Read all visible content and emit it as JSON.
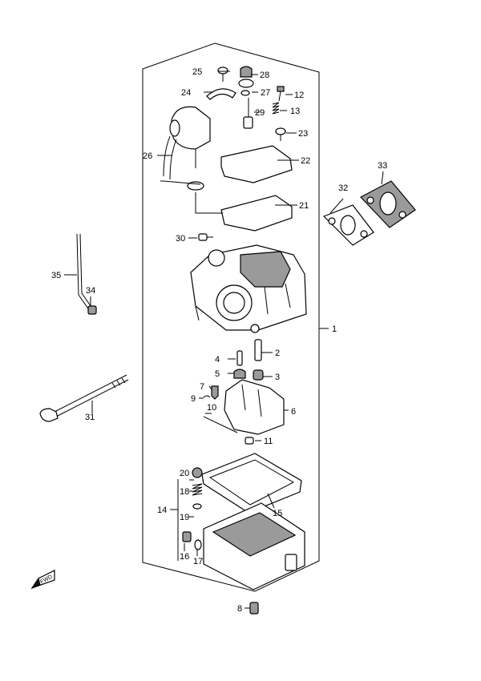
{
  "diagram": {
    "callouts": [
      "1",
      "2",
      "3",
      "4",
      "5",
      "6",
      "7",
      "8",
      "9",
      "10",
      "11",
      "12",
      "13",
      "14",
      "15",
      "16",
      "17",
      "18",
      "19",
      "20",
      "21",
      "22",
      "23",
      "24",
      "25",
      "26",
      "27",
      "28",
      "29",
      "30",
      "31",
      "32",
      "33",
      "34",
      "35"
    ],
    "fwd_marker": "FWD"
  }
}
